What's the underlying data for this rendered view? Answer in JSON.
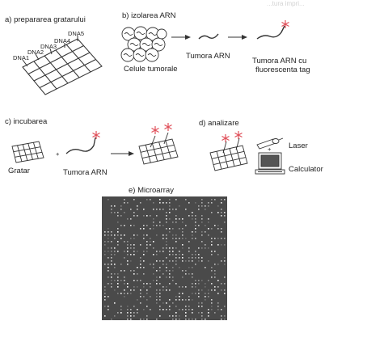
{
  "header_faint": "...tura impri...",
  "panels": {
    "a": {
      "title": "a) prepararea gratarului",
      "dna_labels": [
        "DNA1",
        "DNA2",
        "DNA3",
        "DNA4",
        "DNA5"
      ]
    },
    "b": {
      "title": "b) izolarea ARN",
      "labels": [
        "Celule tumorale",
        "Tumora ARN",
        "Tumora ARN cu",
        "fluorescenta tag"
      ]
    },
    "c": {
      "title": "c) incubarea",
      "labels": [
        "Gratar",
        "Tumora ARN"
      ],
      "plus": "+"
    },
    "d": {
      "title": "d) analizare",
      "labels": [
        "Laser",
        "Calculator"
      ],
      "plus": "+"
    },
    "e": {
      "title": "e) Microarray"
    }
  },
  "colors": {
    "fluorescent_tag": "#e0505a",
    "ink": "#333333",
    "microarray_bg": "#4a4a4a"
  }
}
